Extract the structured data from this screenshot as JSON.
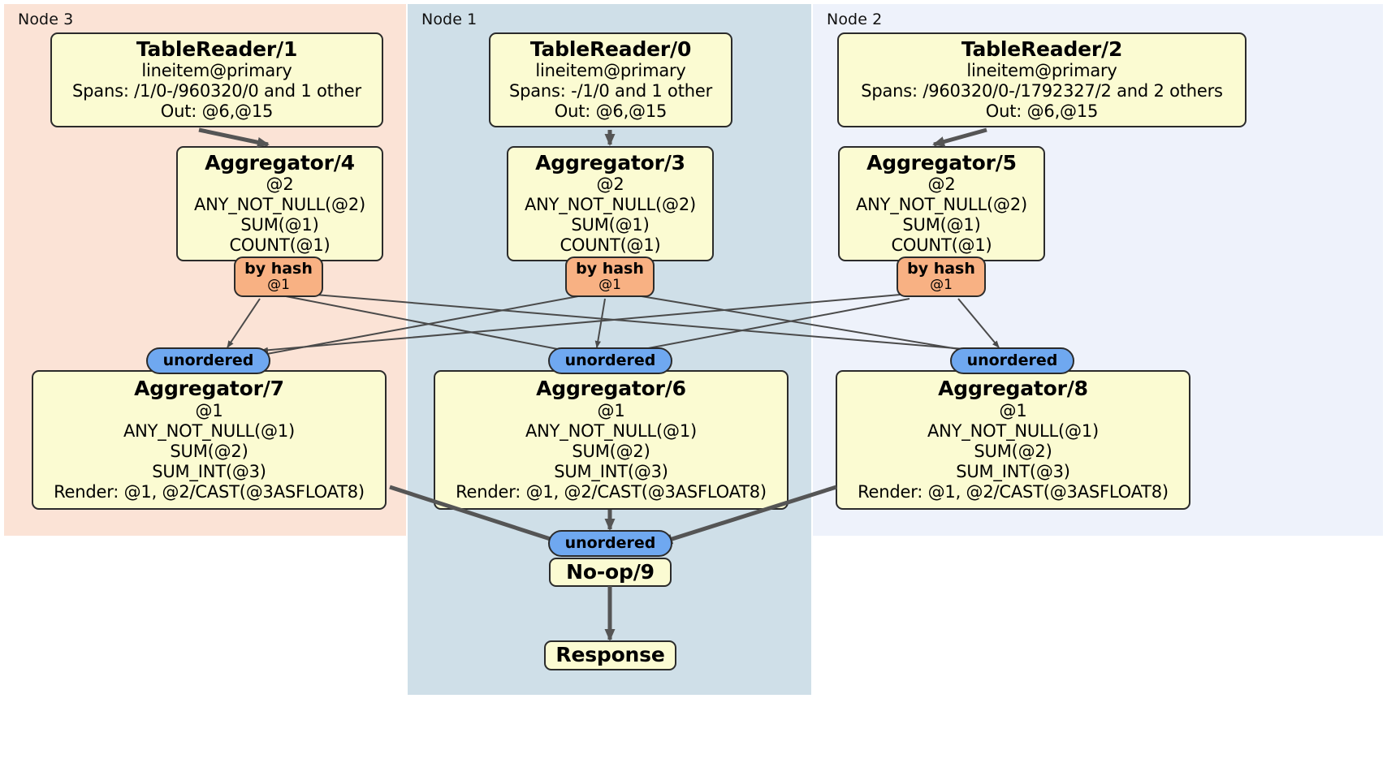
{
  "diagram": {
    "type": "distributed-query-plan",
    "nodes": [
      {
        "id": "node3",
        "label": "Node 3",
        "color": "#fbe3d6"
      },
      {
        "id": "node1",
        "label": "Node 1",
        "color": "#cfdfe8"
      },
      {
        "id": "node2",
        "label": "Node 2",
        "color": "#eef2fb"
      }
    ],
    "colors": {
      "processor_fill": "#fbfbd2",
      "processor_stroke": "#2b2b2b",
      "hash_router": "#f8b183",
      "synchronizer": "#6fa8f0",
      "edge": "#4a4a4a"
    },
    "processors": [
      {
        "id": "tablereader1",
        "title": "TableReader/1",
        "lines": [
          "lineitem@primary",
          "Spans: /1/0-/960320/0 and 1 other",
          "Out: @6,@15"
        ]
      },
      {
        "id": "tablereader0",
        "title": "TableReader/0",
        "lines": [
          "lineitem@primary",
          "Spans: -/1/0 and 1 other",
          "Out: @6,@15"
        ]
      },
      {
        "id": "tablereader2",
        "title": "TableReader/2",
        "lines": [
          "lineitem@primary",
          "Spans: /960320/0-/1792327/2 and 2 others",
          "Out: @6,@15"
        ]
      },
      {
        "id": "aggregator4",
        "title": "Aggregator/4",
        "lines": [
          "@2",
          "ANY_NOT_NULL(@2)",
          "SUM(@1)",
          "COUNT(@1)"
        ]
      },
      {
        "id": "aggregator3",
        "title": "Aggregator/3",
        "lines": [
          "@2",
          "ANY_NOT_NULL(@2)",
          "SUM(@1)",
          "COUNT(@1)"
        ]
      },
      {
        "id": "aggregator5",
        "title": "Aggregator/5",
        "lines": [
          "@2",
          "ANY_NOT_NULL(@2)",
          "SUM(@1)",
          "COUNT(@1)"
        ]
      },
      {
        "id": "aggregator7",
        "title": "Aggregator/7",
        "lines": [
          "@1",
          "ANY_NOT_NULL(@1)",
          "SUM(@2)",
          "SUM_INT(@3)",
          "Render: @1, @2/CAST(@3ASFLOAT8)"
        ]
      },
      {
        "id": "aggregator6",
        "title": "Aggregator/6",
        "lines": [
          "@1",
          "ANY_NOT_NULL(@1)",
          "SUM(@2)",
          "SUM_INT(@3)",
          "Render: @1, @2/CAST(@3ASFLOAT8)"
        ]
      },
      {
        "id": "aggregator8",
        "title": "Aggregator/8",
        "lines": [
          "@1",
          "ANY_NOT_NULL(@1)",
          "SUM(@2)",
          "SUM_INT(@3)",
          "Render: @1, @2/CAST(@3ASFLOAT8)"
        ]
      },
      {
        "id": "noop9",
        "title": "No-op/9",
        "lines": []
      },
      {
        "id": "response",
        "title": "Response",
        "lines": []
      }
    ],
    "routers": [
      {
        "id": "hash-left",
        "label": "by hash",
        "sublabel": "@1"
      },
      {
        "id": "hash-center",
        "label": "by hash",
        "sublabel": "@1"
      },
      {
        "id": "hash-right",
        "label": "by hash",
        "sublabel": "@1"
      }
    ],
    "synchronizers": [
      {
        "id": "sync-left",
        "label": "unordered"
      },
      {
        "id": "sync-center",
        "label": "unordered"
      },
      {
        "id": "sync-right",
        "label": "unordered"
      },
      {
        "id": "sync-final",
        "label": "unordered"
      }
    ]
  }
}
